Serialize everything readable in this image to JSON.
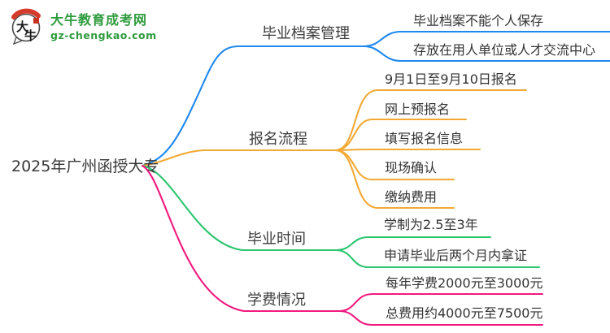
{
  "logo": {
    "icon_char_top": "大",
    "icon_char_bottom": "牛",
    "title": "大牛教育成考网",
    "domain": "gz-chengkao.com",
    "brand_color": "#2E9B3E",
    "seal_color": "#C8321F"
  },
  "root": {
    "label": "2025年广州函授大专"
  },
  "branches": [
    {
      "label": "毕业档案管理",
      "color": "#1E88F0",
      "children": [
        "毕业档案不能个人保存",
        "存放在用人单位或人才交流中心"
      ]
    },
    {
      "label": "报名流程",
      "color": "#F2A933",
      "children": [
        "9月1日至9月10日报名",
        "网上预报名",
        "填写报名信息",
        "现场确认",
        "缴纳费用"
      ]
    },
    {
      "label": "毕业时间",
      "color": "#2BC56F",
      "children": [
        "学制为2.5至3年",
        "申请毕业后两个月内拿证"
      ]
    },
    {
      "label": "学费情况",
      "color": "#F2197D",
      "children": [
        "每年学费2000元至3000元",
        "总费用约4000元至7500元"
      ]
    }
  ]
}
